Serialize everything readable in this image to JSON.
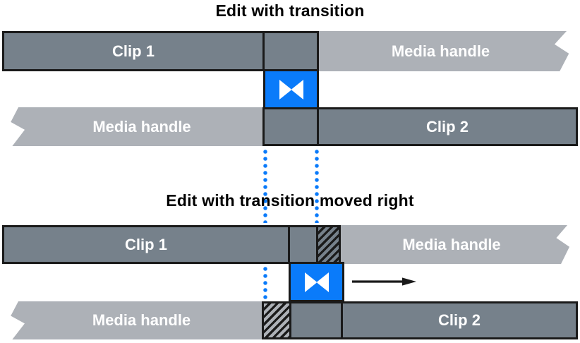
{
  "titles": {
    "top": "Edit with transition",
    "bottom": "Edit with transition moved right"
  },
  "labels": {
    "clip1": "Clip 1",
    "clip2": "Clip 2",
    "media_handle": "Media handle"
  },
  "icons": {
    "transition": "bowtie-transition-icon",
    "move_arrow": "right-arrow-icon"
  },
  "colors": {
    "clip_fill": "#76818b",
    "media_handle_fill": "#adb1b7",
    "transition_blue": "#0a7bfa",
    "dotted_guide_blue": "#0a7bfa",
    "outline_black": "#1a1a1a",
    "label_text": "#ffffff",
    "title_text": "#000000",
    "background": "#ffffff"
  }
}
